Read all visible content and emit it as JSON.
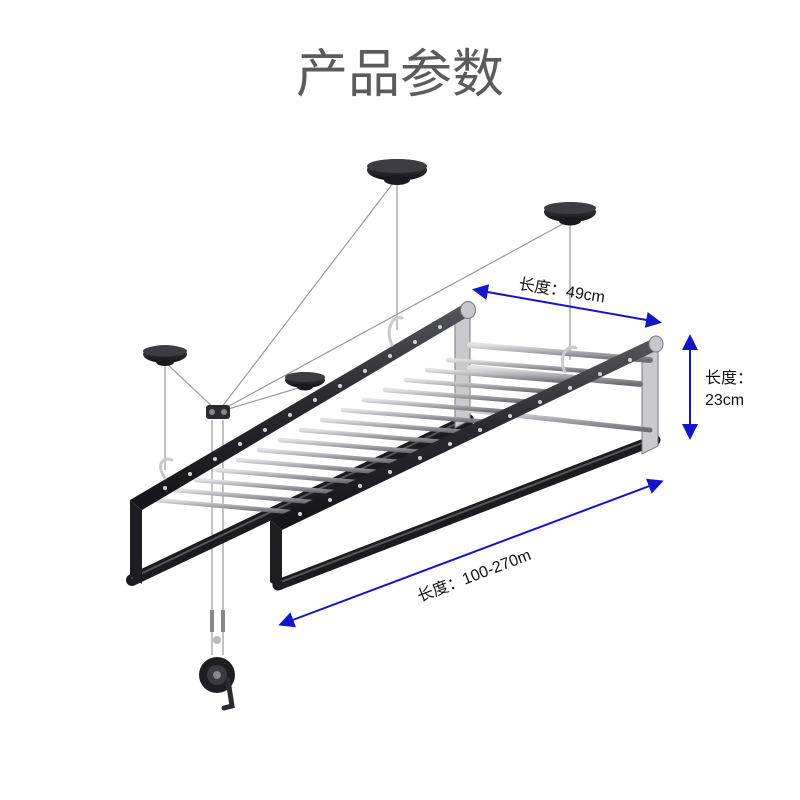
{
  "title": "产品参数",
  "dimensions": {
    "width": "长度：49cm",
    "height_line1": "长度：",
    "height_line2": "23cm",
    "length": "长度：100-270m"
  },
  "colors": {
    "arrow": "#1414c8",
    "rack": "#2b2b30",
    "rod": "#a9a9ae",
    "cable": "#9a9a9a",
    "title": "#5b5b5b"
  },
  "icons": [
    "ceiling-mount-icon",
    "hand-crank-icon",
    "hook-icon"
  ]
}
